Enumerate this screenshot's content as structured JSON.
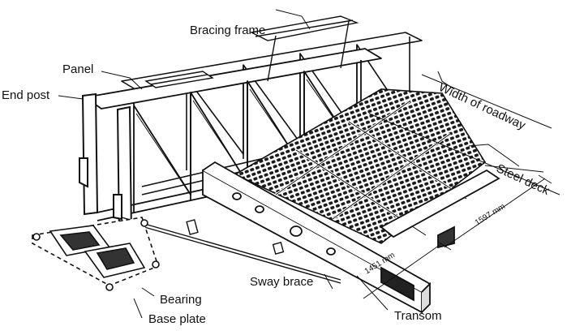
{
  "labels": {
    "bracing_frame": "Bracing frame",
    "panel": "Panel",
    "end_post": "End post",
    "width_of_roadway": "Width of roadway",
    "steel_deck": "Steel deck",
    "sway_brace": "Sway brace",
    "bearing": "Bearing",
    "base_plate": "Base plate",
    "transom": "Transom"
  },
  "dimensions": {
    "transom_spacing": "1597 mm",
    "end_spacing": "1451 mm"
  }
}
